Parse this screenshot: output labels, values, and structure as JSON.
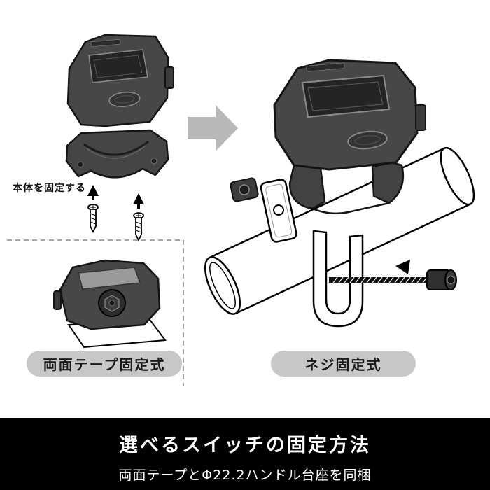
{
  "annotations": {
    "fix_body": "本体を固定する"
  },
  "labels": {
    "tape_mount": "両面テープ固定式",
    "screw_mount": "ネジ固定式"
  },
  "banner": {
    "title": "選べるスイッチの固定方法",
    "subtitle": "両面テープとΦ22.2ハンドル台座を同梱"
  },
  "colors": {
    "banner_bg": "#000000",
    "banner_text": "#ffffff",
    "pill_bg": "#c7c7c7",
    "transition_arrow": "#b8b8b8",
    "device_body": "#474747",
    "outline": "#141414",
    "dashed_divider": "#8a8a8a"
  }
}
